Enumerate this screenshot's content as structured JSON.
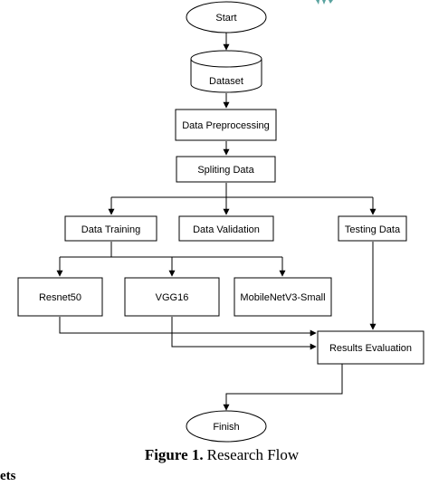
{
  "nodes": {
    "start": "Start",
    "dataset": "Dataset",
    "preprocessing": "Data Preprocessing",
    "splitting": "Spliting Data",
    "training": "Data Training",
    "validation": "Data Validation",
    "testing": "Testing Data",
    "resnet": "Resnet50",
    "vgg": "VGG16",
    "mobilenet": "MobileNetV3-Small",
    "evaluation": "Results Evaluation",
    "finish": "Finish"
  },
  "caption": {
    "label": "Figure 1.",
    "title": "Research Flow"
  },
  "cut_text": "ets"
}
